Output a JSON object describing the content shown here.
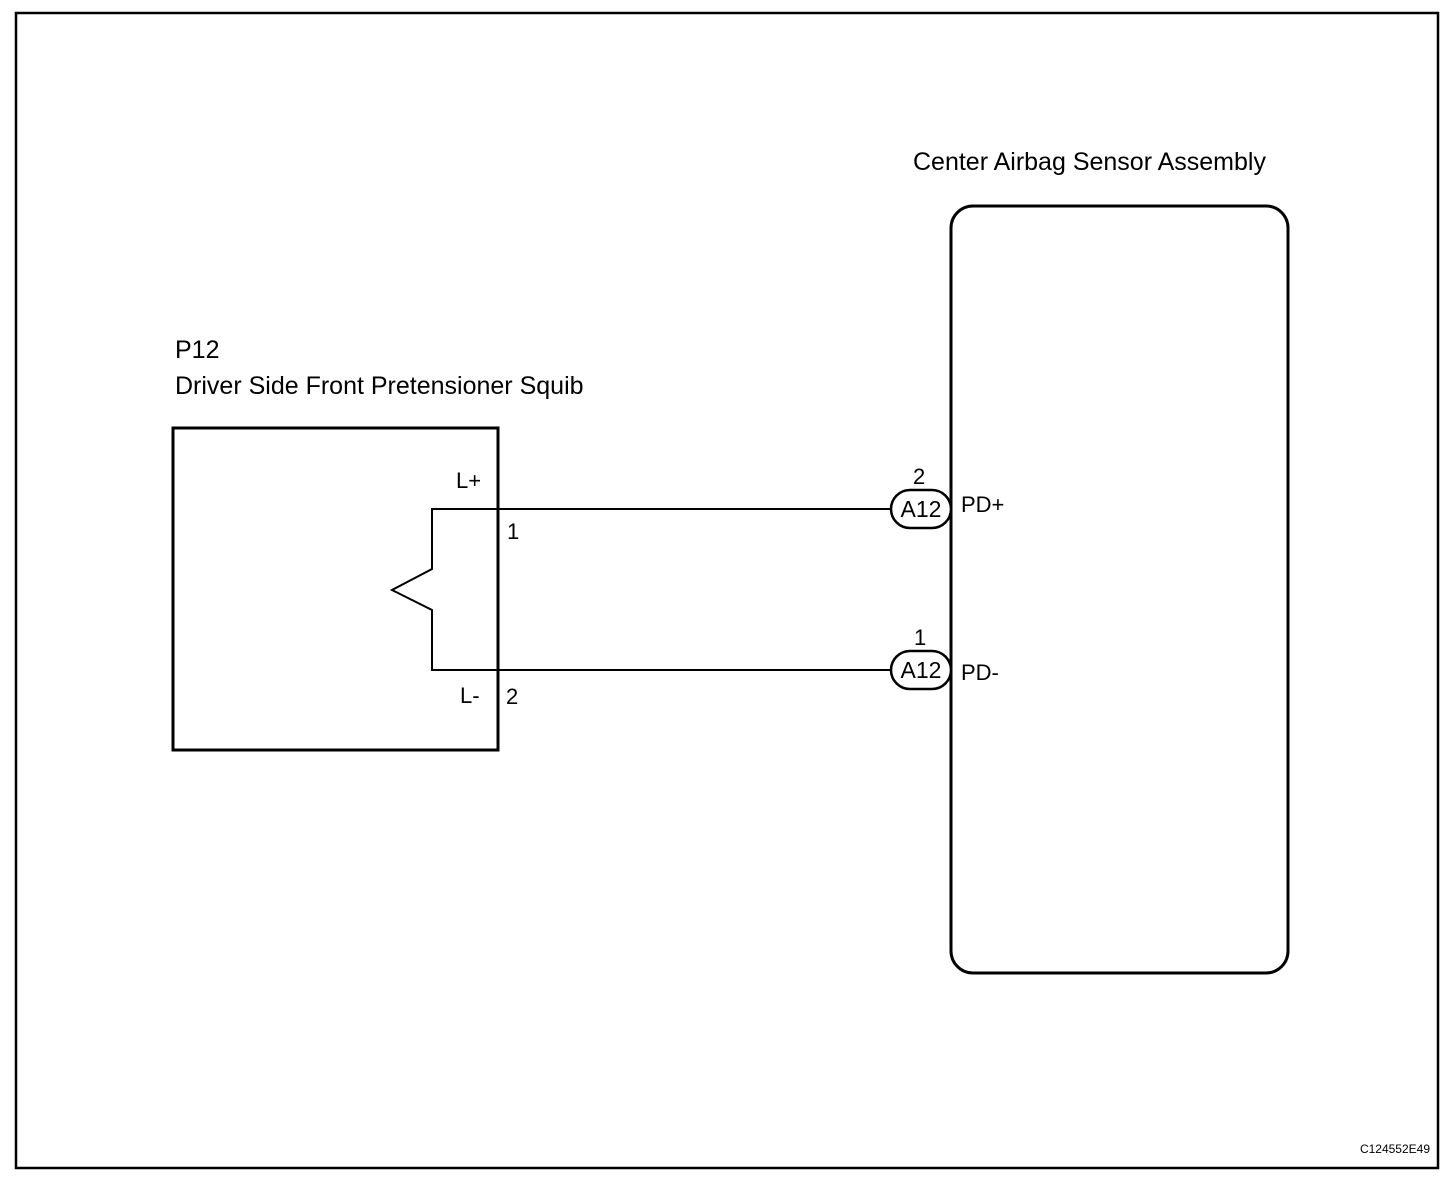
{
  "squib": {
    "code": "P12",
    "name": "Driver Side Front Pretensioner Squib",
    "terminal_plus": "L+",
    "terminal_minus": "L-",
    "pin_plus": "1",
    "pin_minus": "2"
  },
  "sensor": {
    "name": "Center Airbag Sensor Assembly",
    "terminal_plus": "PD+",
    "terminal_minus": "PD-",
    "connector_plus": "A12",
    "connector_minus": "A12",
    "pin_plus": "2",
    "pin_minus": "1"
  },
  "figure_code": "C124552E49"
}
